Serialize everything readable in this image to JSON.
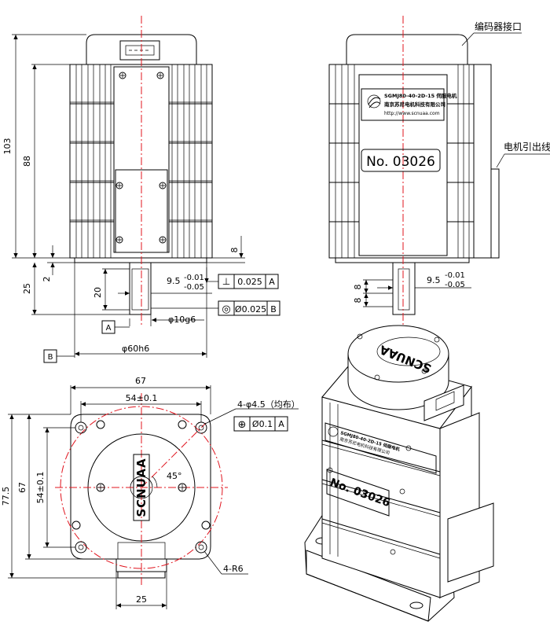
{
  "front_view": {
    "dim_total_height": "103",
    "dim_body_height": "88",
    "dim_shaft_len": "25",
    "dim_flange_thk": "2",
    "dim_key_len": "20",
    "dim_step": "8",
    "dim_key_depth": "9.5",
    "dim_key_tol_upper": "-0.01",
    "dim_key_tol_lower": "-0.05",
    "tol_perpendicularity_symbol": "⊥",
    "tol_perpendicularity_value": "0.025",
    "tol_perpendicularity_datum": "A",
    "tol_concentric_symbol": "◎",
    "tol_concentric_value": "Ø0.025",
    "tol_concentric_datum": "B",
    "datum_a": "A",
    "datum_b": "B",
    "dim_shaft_dia": "φ10g6",
    "dim_pilot_dia": "φ60h6"
  },
  "side_view": {
    "label_encoder_port": "编码器接口",
    "label_motor_lead": "电机引出线",
    "nameplate_line1": "SGMJ80-40-2D-15  伺服电机",
    "nameplate_line2": "南京苏尼电机科技有限公司",
    "nameplate_line3": "http://www.scnuaa.com",
    "serial_number": "No. 03026",
    "dim_key_w1": "8",
    "dim_key_w2": "8",
    "dim_key_depth": "9.5",
    "dim_key_tol_upper": "-0.01",
    "dim_key_tol_lower": "-0.05"
  },
  "bottom_view": {
    "dim_overall_width": "67",
    "dim_bolt_spacing_x": "54±0.1",
    "dim_hole_spec": "4-φ4.5（均布）",
    "tol_position_symbol": "⊕",
    "tol_position_value": "Ø0.1",
    "tol_position_datum": "A",
    "dim_overall_height": "77.5",
    "dim_square_height": "67",
    "dim_bolt_spacing_y": "54±0.1",
    "dim_angle": "45°",
    "dim_corner_radius": "4-R6",
    "dim_connector_width": "25",
    "brand_logo": "SCNUAA"
  },
  "iso_view": {
    "cap_brand": "SCNUAA",
    "serial_number": "No. 03026",
    "nameplate_line1": "SGMJ80-40-2D-15  伺服电机",
    "nameplate_line2": "南京苏尼电机科技有限公司"
  }
}
